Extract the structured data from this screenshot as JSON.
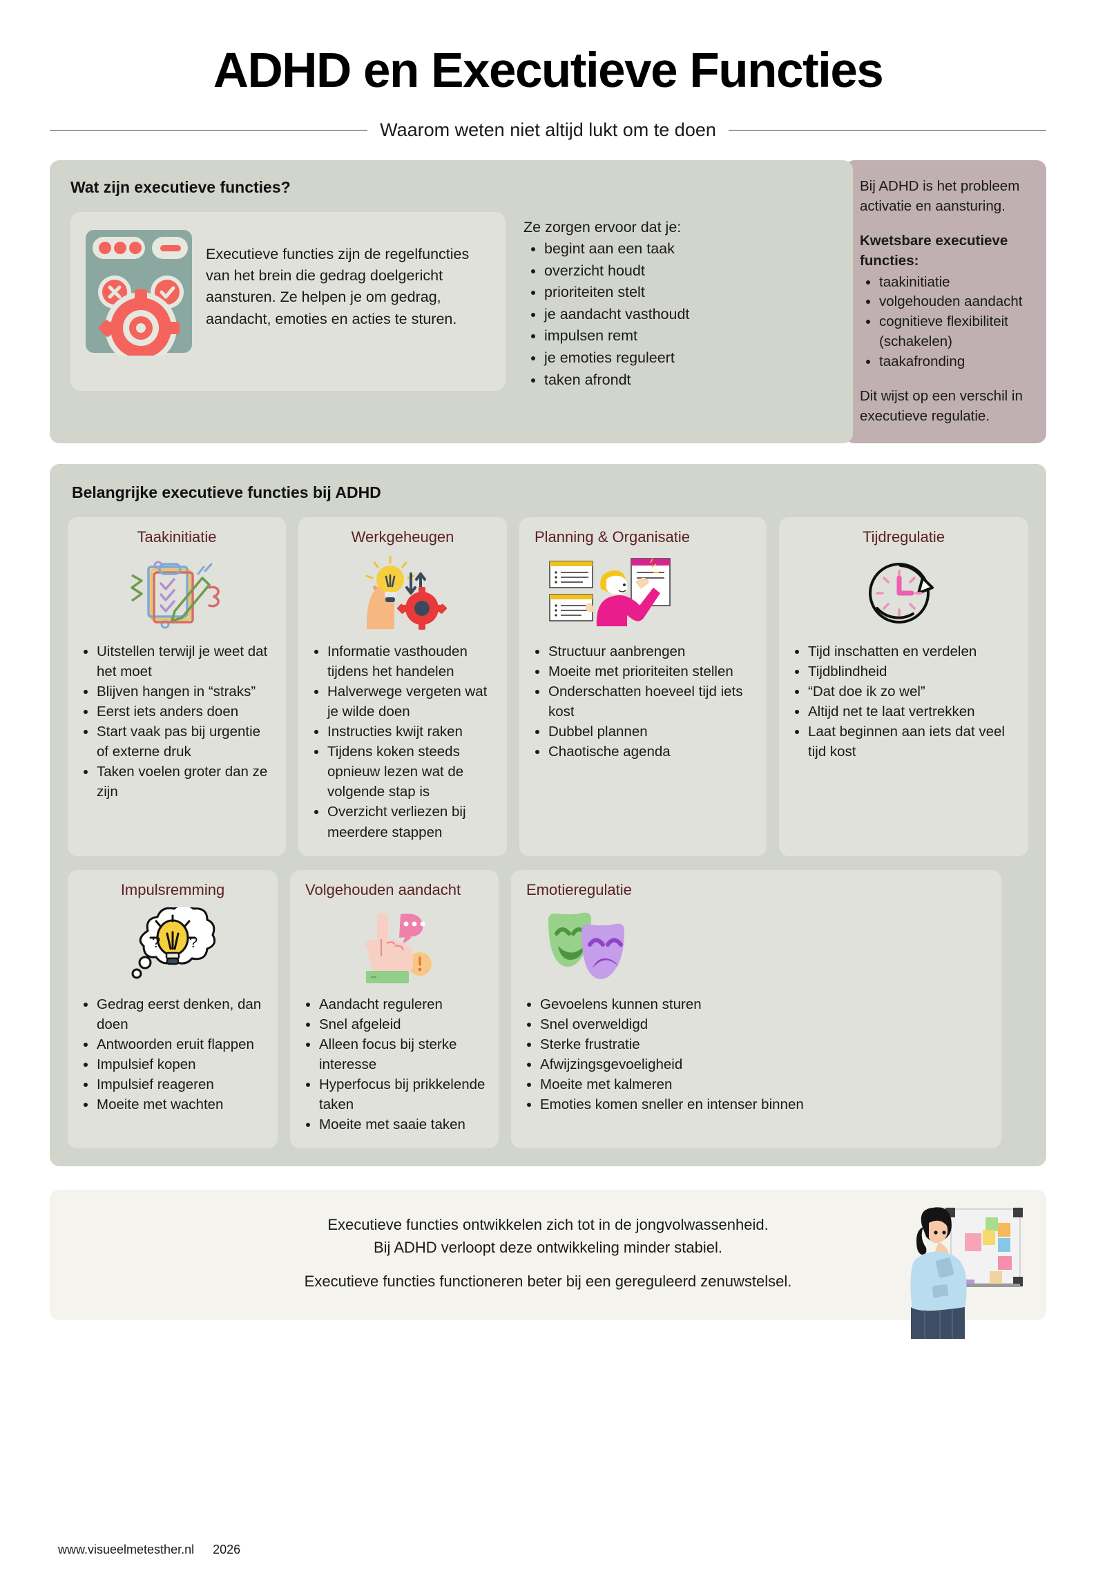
{
  "header": {
    "title": "ADHD en Executieve Functies",
    "subtitle": "Waarom weten niet altijd lukt om te doen"
  },
  "section_intro": {
    "title": "Wat zijn executieve functies?",
    "definition": "Executieve functies zijn de regelfuncties van het brein die gedrag doelgericht aansturen. Ze helpen je om gedrag, aandacht, emoties en acties te sturen.",
    "list_lead": "Ze zorgen ervoor dat je:",
    "list_items": [
      "begint aan een taak",
      "overzicht houdt",
      "prioriteiten stelt",
      "je aandacht vasthoudt",
      "impulsen remt",
      "je emoties reguleert",
      "taken afrondt"
    ]
  },
  "adhd_panel": {
    "intro": "Bij ADHD is het probleem activatie en aansturing.",
    "subheading": "Kwetsbare executieve functies:",
    "items": [
      "taakinitiatie",
      "volgehouden aandacht",
      "cognitieve flexibiliteit (schakelen)",
      "taakafronding"
    ],
    "outro": "Dit wijst op een verschil in executieve regulatie."
  },
  "section_functions": {
    "title": "Belangrijke executieve functies bij ADHD",
    "cards": [
      {
        "title": "Taakinitiatie",
        "icon": "clipboard-checklist-pencil-icon",
        "items": [
          "Uitstellen terwijl je weet dat het moet",
          "Blijven hangen in “straks”",
          "Eerst iets anders doen",
          "Start vaak pas bij urgentie of externe druk",
          "Taken voelen groter dan ze zijn"
        ]
      },
      {
        "title": "Werkgeheugen",
        "icon": "head-lightbulb-gear-icon",
        "items": [
          "Informatie vasthouden tijdens het handelen",
          "Halverwege vergeten wat je wilde doen",
          "Instructies kwijt raken",
          "Tijdens koken steeds opnieuw lezen wat de volgende stap is",
          "Overzicht verliezen bij meerdere stappen"
        ]
      },
      {
        "title": "Planning & Organisatie",
        "icon": "person-planning-boards-icon",
        "items": [
          "Structuur aanbrengen",
          "Moeite met prioriteiten stellen",
          "Onderschatten hoeveel tijd iets kost",
          "Dubbel plannen",
          "Chaotische agenda"
        ]
      },
      {
        "title": "Tijdregulatie",
        "icon": "clock-arrow-icon",
        "items": [
          "Tijd inschatten en verdelen",
          "Tijdblindheid",
          "“Dat doe ik zo wel”",
          "Altijd net te laat vertrekken",
          "Laat beginnen aan iets dat veel tijd kost"
        ]
      },
      {
        "title": "Impulsremming",
        "icon": "thought-bubble-lightbulb-icon",
        "items": [
          "Gedrag eerst denken, dan doen",
          "Antwoorden eruit flappen",
          "Impulsief kopen",
          "Impulsief reageren",
          "Moeite met wachten"
        ]
      },
      {
        "title": "Volgehouden aandacht",
        "icon": "hand-pointing-finger-icon",
        "items": [
          "Aandacht reguleren",
          "Snel afgeleid",
          "Alleen focus bij sterke interesse",
          "Hyperfocus bij prikkelende taken",
          "Moeite met saaie taken"
        ]
      },
      {
        "title": "Emotieregulatie",
        "icon": "theatre-masks-icon",
        "items": [
          "Gevoelens kunnen sturen",
          "Snel overweldigd",
          "Sterke frustratie",
          "Afwijzingsgevoeligheid",
          "Moeite met kalmeren",
          "Emoties komen sneller en intenser binnen"
        ]
      }
    ]
  },
  "footer": {
    "line1": "Executieve functies ontwikkelen zich tot in de jongvolwassenheid.",
    "line2": "Bij ADHD verloopt deze ontwikkeling minder stabiel.",
    "line3": "Executieve functies functioneren beter bij een gereguleerd zenuwstelsel.",
    "icon": "thinking-person-whiteboard-icon"
  },
  "credit": {
    "website": "www.visueelmetesther.nl",
    "year": "2026"
  },
  "colors": {
    "panel_grey": "#d2d5cc",
    "card_grey": "#dfe1da",
    "mauve": "#c0b0b1",
    "card_title": "#5c1f22",
    "footer_bg": "#f4f3ee",
    "illus_sage": "#8ba8a0",
    "illus_coral": "#f4645c"
  }
}
